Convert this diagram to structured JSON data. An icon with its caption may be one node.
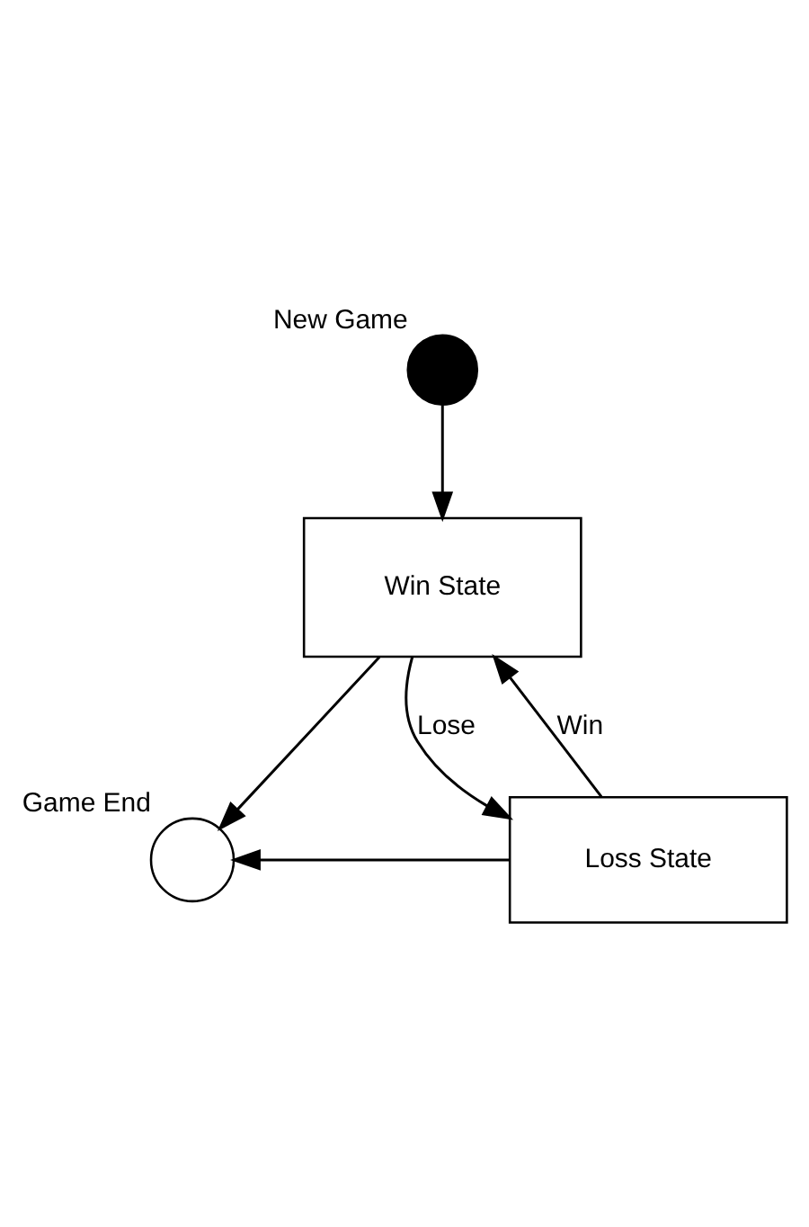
{
  "diagram": {
    "nodes": [
      {
        "text": [],
        "shape": "circle",
        "beside": [
          "New Game"
        ]
      },
      {
        "text": [
          "Win State"
        ]
      },
      {
        "text": [],
        "shape": "circle",
        "beside": [
          "Game End"
        ]
      },
      {
        "text": [
          "Loss State"
        ]
      }
    ],
    "edges": [
      {
        "from": 0,
        "to": 1,
        "arrow": "to"
      },
      {
        "from": 1,
        "to": 2,
        "arrow": "to"
      },
      {
        "from": 1,
        "to": 3,
        "arrow": "to",
        "label": "Lose"
      },
      {
        "from": 3,
        "to": 1,
        "arrow": "to",
        "label": "Win"
      },
      {
        "from": 3,
        "to": 2,
        "arrow": "to"
      }
    ]
  }
}
